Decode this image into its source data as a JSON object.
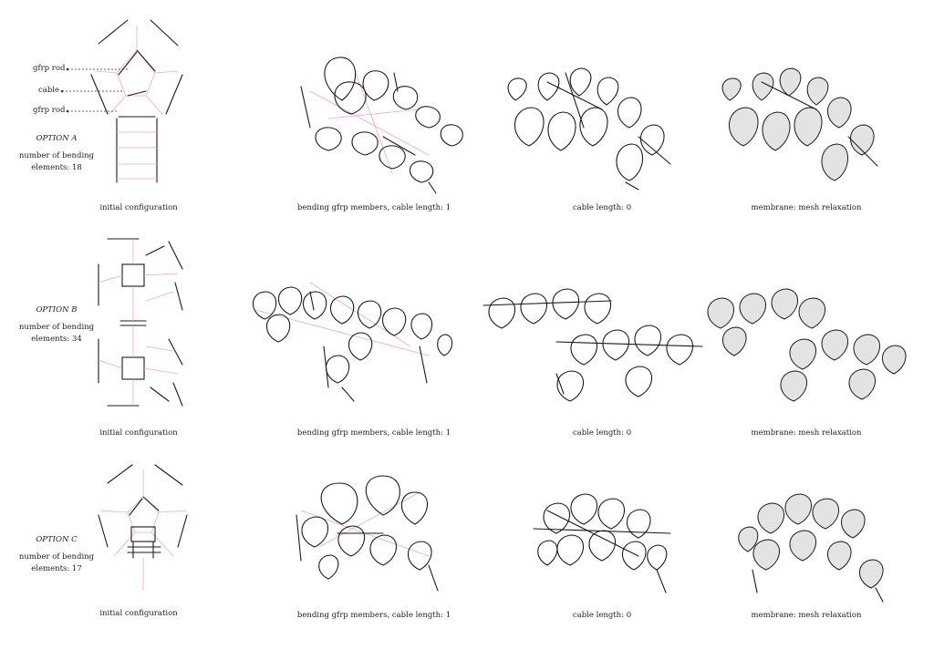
{
  "legend": {
    "gfrp_rod_top": "gfrp rod",
    "cable": "cable",
    "gfrp_rod_bottom": "gfrp rod"
  },
  "options": [
    {
      "name": "OPTION A",
      "elements_label": "number of bending elements: 18",
      "captions": [
        "initial configuration",
        "bending gfrp members, cable length: 1",
        "cable length: 0",
        "membrane: mesh relaxation"
      ]
    },
    {
      "name": "OPTION B",
      "elements_label": "number of bending elements: 34",
      "captions": [
        "initial configuration",
        "bending gfrp members, cable length: 1",
        "cable length: 0",
        "membrane: mesh relaxation"
      ]
    },
    {
      "name": "OPTION C",
      "elements_label": "number of bending elements: 17",
      "captions": [
        "initial configuration",
        "bending gfrp members, cable length: 1",
        "cable length: 0",
        "membrane: mesh relaxation"
      ]
    }
  ],
  "colors": {
    "rod": "#1a1a1a",
    "cable": "#e8a6d8",
    "membrane": "#d9d9d9"
  }
}
